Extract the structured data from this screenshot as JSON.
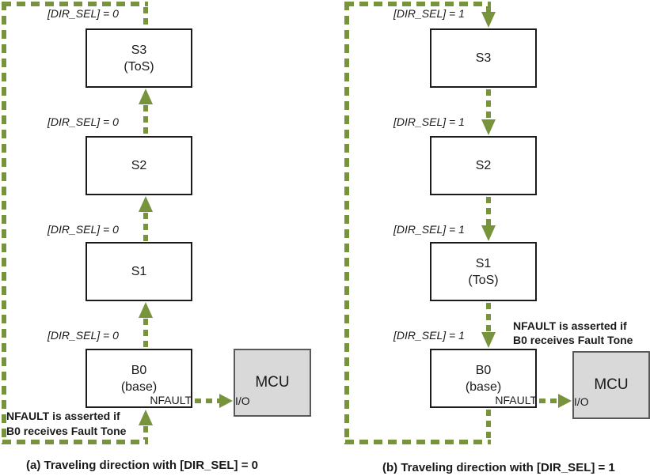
{
  "colors": {
    "arrow_green": "#77933C",
    "box_border": "#1b1b1b",
    "mcu_fill": "#D9D9D9",
    "mcu_border": "#595959"
  },
  "panel_a": {
    "dir_label": "[DIR_SEL] = 0",
    "boxes": [
      {
        "line1": "S3",
        "line2": "(ToS)"
      },
      {
        "line1": "S2"
      },
      {
        "line1": "S1"
      },
      {
        "line1": "B0",
        "line2": "(base)"
      }
    ],
    "nfault_label": "NFAULT",
    "mcu": {
      "label": "MCU",
      "io_label": "I/O"
    },
    "note": {
      "line1": "NFAULT is asserted if",
      "line2": "B0 receives Fault Tone"
    },
    "caption": "(a) Traveling direction with [DIR_SEL] = 0"
  },
  "panel_b": {
    "dir_label": "[DIR_SEL] = 1",
    "boxes": [
      {
        "line1": "S3"
      },
      {
        "line1": "S2"
      },
      {
        "line1": "S1",
        "line2": "(ToS)"
      },
      {
        "line1": "B0",
        "line2": "(base)"
      }
    ],
    "nfault_label": "NFAULT",
    "mcu": {
      "label": "MCU",
      "io_label": "I/O"
    },
    "note": {
      "line1": "NFAULT is asserted if",
      "line2": "B0 receives Fault Tone"
    },
    "caption": "(b) Traveling direction with [DIR_SEL] = 1"
  }
}
